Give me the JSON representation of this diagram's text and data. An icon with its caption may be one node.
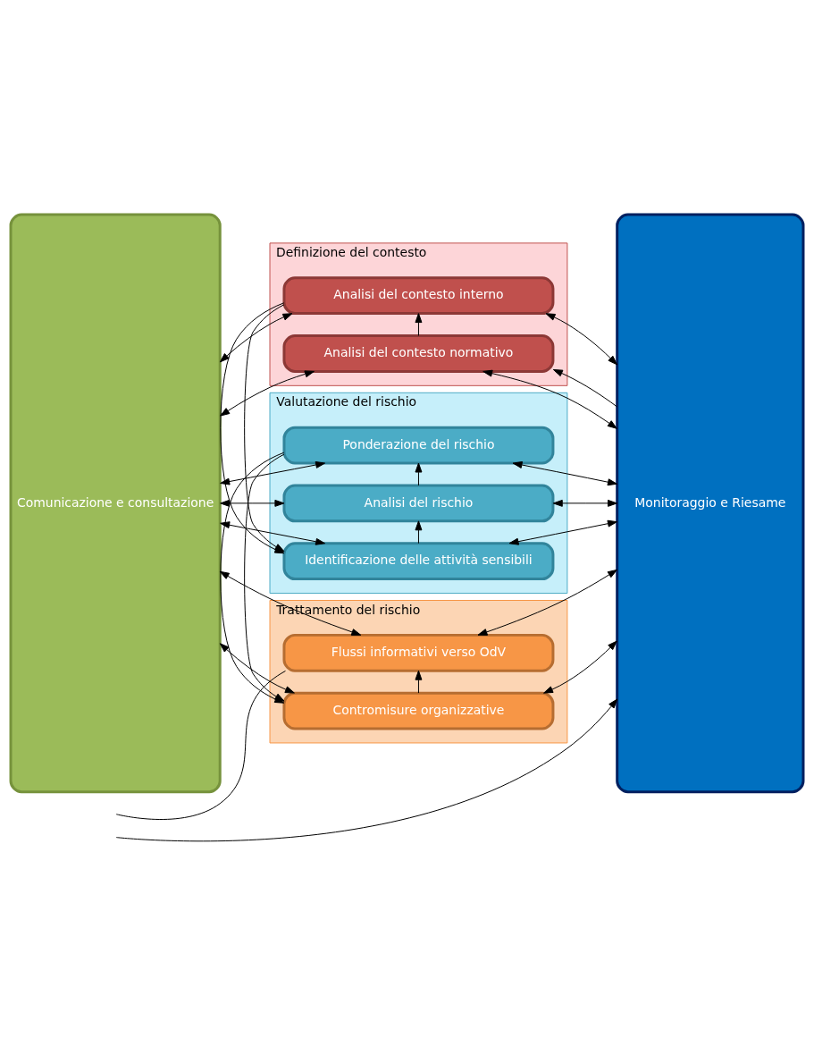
{
  "diagram": {
    "nodes": [
      {
        "text": [
          "Comunicazione e consultazione"
        ]
      },
      {
        "text": [
          "Definizione del contesto"
        ]
      },
      {
        "text": [
          "Analisi del contesto normativo"
        ],
        "in": 1
      },
      {
        "text": [
          "Analisi del contesto interno"
        ],
        "in": 1
      },
      {
        "text": [
          "Valutazione del rischio"
        ]
      },
      {
        "text": [
          "Identificazione delle attività sensibili"
        ],
        "in": 4
      },
      {
        "text": [
          "Analisi del rischio"
        ],
        "in": 4
      },
      {
        "text": [
          "Ponderazione del rischio"
        ],
        "in": 4
      },
      {
        "text": [
          "Trattamento del rischio"
        ]
      },
      {
        "text": [
          "Contromisure organizzative"
        ],
        "in": 8
      },
      {
        "text": [
          "Flussi informativi verso OdV"
        ],
        "in": 8
      },
      {
        "text": [
          "Monitoraggio e Riesame"
        ]
      }
    ],
    "edges": [
      {
        "from": 11,
        "to": 2,
        "arrow": "to"
      },
      {
        "from": 0,
        "to": 2,
        "arrow": "both"
      },
      {
        "from": 2,
        "to": 11,
        "arrow": "both"
      },
      {
        "from": 2,
        "to": 3,
        "arrow": "to"
      },
      {
        "from": 0,
        "to": 3,
        "arrow": "both"
      },
      {
        "from": 3,
        "to": 11,
        "arrow": "both"
      },
      {
        "from": 3,
        "to": 5,
        "arrow": "to"
      },
      {
        "from": 0,
        "to": 5,
        "arrow": "both"
      },
      {
        "from": 5,
        "to": 11,
        "arrow": "both"
      },
      {
        "from": 5,
        "to": 6,
        "arrow": "to"
      },
      {
        "from": 0,
        "to": 6,
        "arrow": "both"
      },
      {
        "from": 6,
        "to": 11,
        "arrow": "both"
      },
      {
        "from": 6,
        "to": 7,
        "arrow": "to"
      },
      {
        "from": 0,
        "to": 7,
        "arrow": "both"
      },
      {
        "from": 7,
        "to": 11,
        "arrow": "both"
      },
      {
        "from": 7,
        "to": 9,
        "arrow": "to"
      },
      {
        "from": 0,
        "to": 9,
        "arrow": "both"
      },
      {
        "from": 9,
        "to": 11,
        "arrow": "both"
      },
      {
        "from": 9,
        "to": 10,
        "arrow": "to"
      },
      {
        "from": 0,
        "to": 10,
        "arrow": "both"
      },
      {
        "from": 10,
        "to": 11,
        "arrow": "both"
      },
      {
        "from": 10,
        "to": null,
        "arrow": "none"
      },
      {
        "from": null,
        "to": 11,
        "arrow": "to"
      }
    ]
  }
}
